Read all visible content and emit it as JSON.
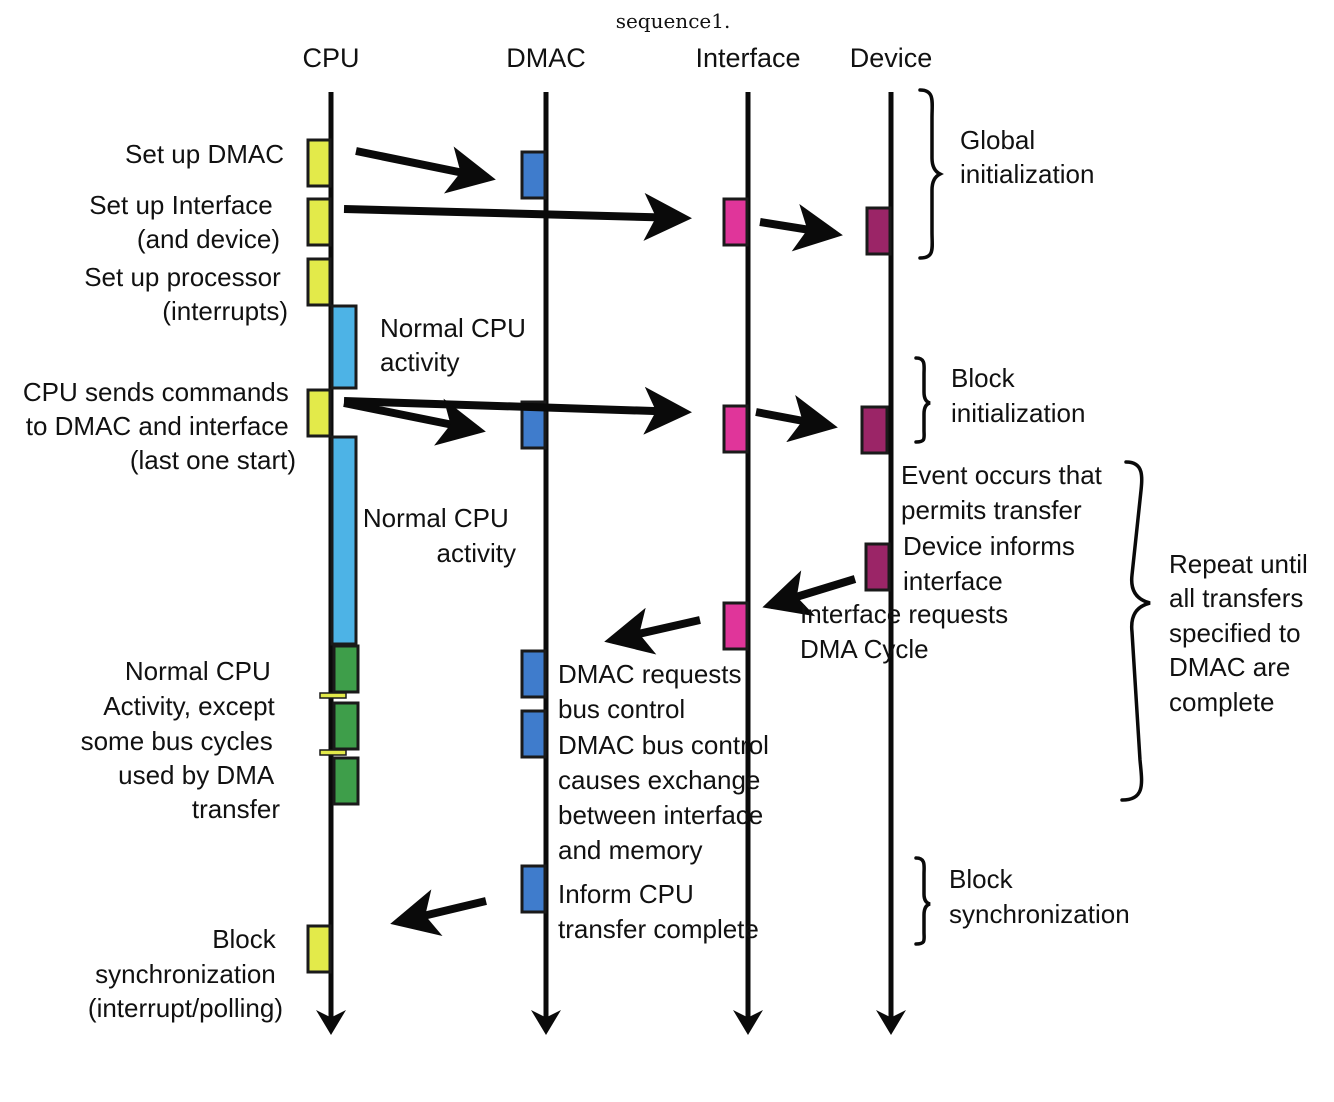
{
  "caption": "sequence1.",
  "lanes": [
    {
      "id": "cpu",
      "label": "CPU"
    },
    {
      "id": "dmac",
      "label": "DMAC"
    },
    {
      "id": "interface",
      "label": "Interface"
    },
    {
      "id": "device",
      "label": "Device"
    }
  ],
  "colors": {
    "yellow": "#e3ea4a",
    "cyan": "#4db3e6",
    "green": "#3e9e4a",
    "blue": "#3f7ccc",
    "pink": "#e0359a",
    "plum": "#9b2567",
    "line": "#0a0a0a"
  },
  "cpu_labels": {
    "setup_dmac": [
      "Set up DMAC"
    ],
    "setup_interface": [
      "Set up Interface",
      "(and device)"
    ],
    "setup_processor": [
      "Set up processor",
      "(interrupts)"
    ],
    "send_commands": [
      "CPU sends commands",
      "to DMAC and interface",
      "(last one start)"
    ],
    "normal_except": [
      "Normal CPU",
      "Activity, except",
      "some bus cycles",
      "used by DMA",
      "transfer"
    ],
    "block_sync": [
      "Block",
      "synchronization",
      "(interrupt/polling)"
    ]
  },
  "mid_labels": {
    "normal_activity_1": [
      "Normal CPU",
      "activity"
    ],
    "normal_activity_2": [
      "Normal CPU",
      "activity"
    ],
    "dmac_requests": [
      "DMAC requests",
      "bus control"
    ],
    "dmac_bus_control": [
      "DMAC bus control",
      "causes exchange",
      "between interface",
      "and memory"
    ],
    "inform_cpu": [
      "Inform CPU",
      "transfer complete"
    ],
    "interface_requests": [
      "Interface requests",
      "DMA Cycle"
    ],
    "event_occurs": [
      "Event occurs that",
      "permits transfer"
    ],
    "device_informs": [
      "Device informs",
      "interface"
    ]
  },
  "phase_labels": {
    "global_init": [
      "Global",
      "initialization"
    ],
    "block_init": [
      "Block",
      "initialization"
    ],
    "repeat": [
      "Repeat until",
      "all transfers",
      "specified to",
      "DMAC are",
      "complete"
    ],
    "block_sync": [
      "Block",
      "synchronization"
    ]
  }
}
